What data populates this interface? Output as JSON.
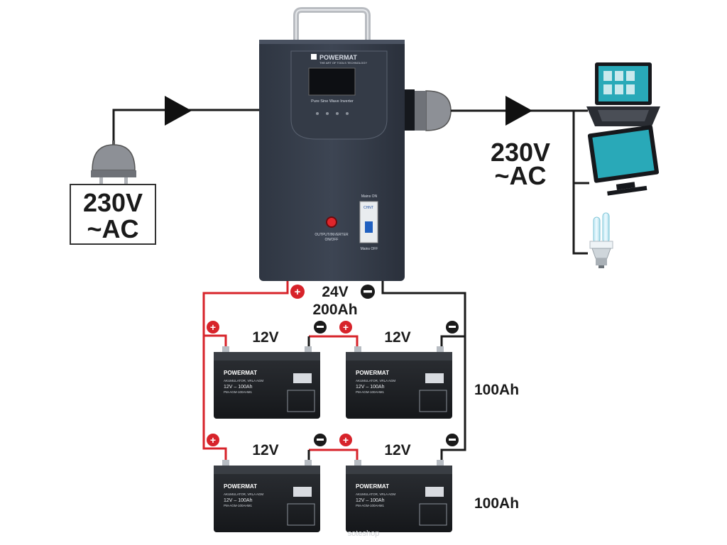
{
  "input_label": {
    "line1": "230V",
    "line2": "~AC"
  },
  "output_label": {
    "line1": "230V",
    "line2": "~AC"
  },
  "inverter": {
    "brand": "POWERMAT",
    "tagline": "THE ART OF TOOLS TECHNOLOGY",
    "model_text": "Pure Sine Wave Inverter",
    "button_label_1": "OUTPUT/INVERTER",
    "button_label_2": "ON/OFF",
    "breaker_top": "Mains ON",
    "breaker_bottom": "Mains OFF",
    "breaker_brand": "CHNT"
  },
  "bank": {
    "voltage": "24V",
    "capacity": "200Ah"
  },
  "row_capacity": {
    "top": "100Ah",
    "bottom": "100Ah"
  },
  "batteries": [
    {
      "voltage": "12V",
      "brand": "POWERMAT",
      "line1": "AKUMULATOR, VRLA AGM",
      "line2": "12V – 100Ah",
      "model": "PM-AGM-100AHM1"
    },
    {
      "voltage": "12V",
      "brand": "POWERMAT",
      "line1": "AKUMULATOR, VRLA AGM",
      "line2": "12V – 100Ah",
      "model": "PM-AGM-100AHM1"
    },
    {
      "voltage": "12V",
      "brand": "POWERMAT",
      "line1": "AKUMULATOR, VRLA AGM",
      "line2": "12V – 100Ah",
      "model": "PM-AGM-100AHM1"
    },
    {
      "voltage": "12V",
      "brand": "POWERMAT",
      "line1": "AKUMULATOR, VRLA AGM",
      "line2": "12V – 100Ah",
      "model": "PM-AGM-100AHM1"
    }
  ],
  "watermark": "sotеshop",
  "colors": {
    "positive": "#d7232a",
    "negative": "#1a1a1a",
    "device_body": "#3a4250",
    "screen_cyan": "#29a9b8",
    "led_red": "#e0262b"
  },
  "icons": [
    "plug-icon",
    "laptop-icon",
    "monitor-icon",
    "lightbulb-icon"
  ]
}
